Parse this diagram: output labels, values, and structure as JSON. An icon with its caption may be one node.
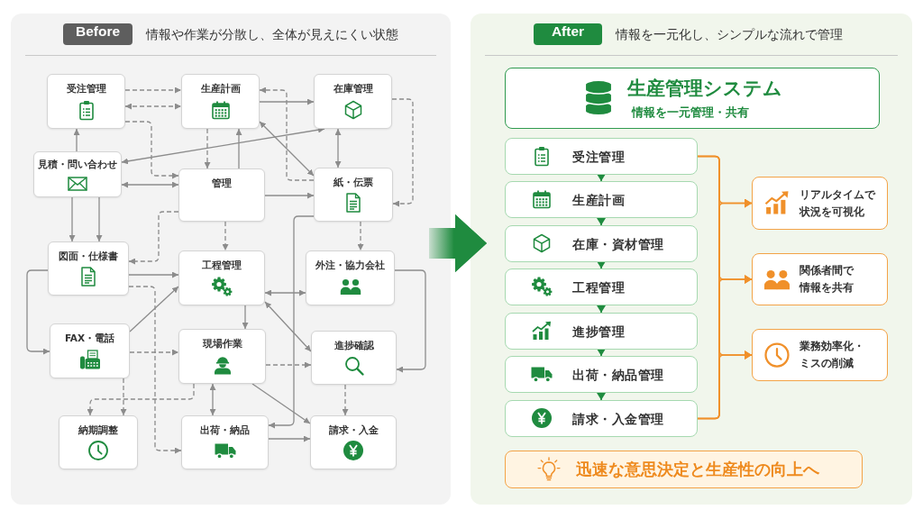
{
  "diagram": {
    "nodes": [
      {
        "text": [
          "Before",
          "情報や作業が分散し、全体が見えにくい状態"
        ]
      },
      {
        "text": [
          "受注管理"
        ],
        "in": 0
      },
      {
        "text": [
          "生産計画"
        ],
        "in": 0
      },
      {
        "text": [
          "在庫管理"
        ],
        "in": 0
      },
      {
        "text": [
          "見積・問い合わせ"
        ],
        "in": 0
      },
      {
        "text": [
          "管理"
        ],
        "in": 0
      },
      {
        "text": [
          "紙・伝票"
        ],
        "in": 0
      },
      {
        "text": [
          "図面・仕様書"
        ],
        "in": 0
      },
      {
        "text": [
          "工程管理"
        ],
        "in": 0
      },
      {
        "text": [
          "外注・協力会社"
        ],
        "in": 0
      },
      {
        "text": [
          "FAX・電話"
        ],
        "in": 0
      },
      {
        "text": [
          "現場作業"
        ],
        "in": 0
      },
      {
        "text": [
          "進捗確認"
        ],
        "in": 0
      },
      {
        "text": [
          "納期調整"
        ],
        "in": 0
      },
      {
        "text": [
          "出荷・納品"
        ],
        "in": 0
      },
      {
        "text": [
          "請求・入金"
        ],
        "in": 0
      },
      {
        "text": [
          "After",
          "情報を一元化し、シンプルな流れで管理"
        ]
      },
      {
        "text": [
          "生産管理システム",
          "情報を一元管理・共有"
        ],
        "in": 16
      },
      {
        "text": [
          "受注管理"
        ],
        "in": 16
      },
      {
        "text": [
          "生産計画"
        ],
        "in": 16
      },
      {
        "text": [
          "在庫・資材管理"
        ],
        "in": 16
      },
      {
        "text": [
          "工程管理"
        ],
        "in": 16
      },
      {
        "text": [
          "進捗管理"
        ],
        "in": 16
      },
      {
        "text": [
          "出荷・納品管理"
        ],
        "in": 16
      },
      {
        "text": [
          "請求・入金管理"
        ],
        "in": 16
      },
      {
        "text": [
          "リアルタイムで状況を可視化"
        ],
        "in": 16
      },
      {
        "text": [
          "関係者間で情報を共有"
        ],
        "in": 16
      },
      {
        "text": [
          "業務効率化・ミスの削減"
        ],
        "in": 16
      },
      {
        "text": [
          "迅速な意思決定と生産性の向上へ"
        ],
        "in": 16
      }
    ],
    "edges": [
      {
        "from": 1,
        "to": 2,
        "arrow": "to",
        "style": "dashed"
      },
      {
        "from": 1,
        "to": 2,
        "arrow": "both",
        "style": "dashed"
      },
      {
        "from": 2,
        "to": 3,
        "arrow": "to"
      },
      {
        "from": 6,
        "to": 2,
        "arrow": "to",
        "style": "dashed"
      },
      {
        "from": 5,
        "to": 2,
        "arrow": "to"
      },
      {
        "from": 2,
        "to": 6,
        "arrow": "both"
      },
      {
        "from": 3,
        "to": 6,
        "arrow": "both"
      },
      {
        "from": 4,
        "to": 1,
        "arrow": "to"
      },
      {
        "from": 4,
        "to": 3,
        "arrow": "both"
      },
      {
        "from": 4,
        "to": 5,
        "arrow": "both"
      },
      {
        "from": 4,
        "to": 7,
        "arrow": "to"
      },
      {
        "from": 4,
        "to": 7,
        "arrow": "to"
      },
      {
        "from": 5,
        "to": 6,
        "arrow": "to"
      },
      {
        "from": 3,
        "to": 6,
        "arrow": "to",
        "style": "dashed"
      },
      {
        "from": 7,
        "to": 8,
        "arrow": "to"
      },
      {
        "from": 7,
        "to": 10,
        "arrow": "to"
      },
      {
        "from": 10,
        "to": 8,
        "arrow": "to"
      },
      {
        "from": 8,
        "to": 9,
        "arrow": "both"
      },
      {
        "from": 8,
        "to": 11,
        "arrow": "to"
      },
      {
        "from": 8,
        "to": 12,
        "arrow": "both"
      },
      {
        "from": 10,
        "to": 11,
        "arrow": "to",
        "style": "dashed"
      },
      {
        "from": 10,
        "to": 13,
        "arrow": "to",
        "style": "dashed"
      },
      {
        "from": 11,
        "to": 14,
        "arrow": "both"
      },
      {
        "from": 11,
        "to": 12,
        "arrow": "to",
        "style": "dashed"
      },
      {
        "from": 14,
        "to": 15,
        "arrow": "to"
      },
      {
        "from": 12,
        "to": 15,
        "arrow": "to",
        "style": "dashed"
      },
      {
        "from": 9,
        "to": 12,
        "arrow": "to"
      },
      {
        "from": 11,
        "to": 15,
        "arrow": "to"
      },
      {
        "from": 11,
        "to": 13,
        "arrow": "to",
        "style": "dashed"
      },
      {
        "from": 2,
        "to": 5,
        "arrow": "to",
        "style": "dashed"
      },
      {
        "from": 5,
        "to": 8,
        "arrow": "to",
        "style": "dashed"
      },
      {
        "from": 6,
        "to": 9,
        "arrow": "to",
        "style": "dashed"
      },
      {
        "from": 5,
        "to": 7,
        "arrow": "to",
        "style": "dashed"
      },
      {
        "from": 1,
        "to": 5,
        "arrow": "to",
        "style": "dashed"
      },
      {
        "from": 7,
        "to": 14,
        "arrow": "to",
        "style": "dashed"
      },
      {
        "from": 6,
        "to": 14,
        "arrow": "to"
      },
      {
        "from": 0,
        "to": 16,
        "arrow": "to",
        "style": "thick",
        "color": "#1f8b3f"
      },
      {
        "from": 18,
        "to": 19,
        "arrow": "to",
        "color": "#1f8b3f"
      },
      {
        "from": 19,
        "to": 20,
        "arrow": "to",
        "color": "#1f8b3f"
      },
      {
        "from": 20,
        "to": 21,
        "arrow": "to",
        "color": "#1f8b3f"
      },
      {
        "from": 21,
        "to": 22,
        "arrow": "to",
        "color": "#1f8b3f"
      },
      {
        "from": 22,
        "to": 23,
        "arrow": "to",
        "color": "#1f8b3f"
      },
      {
        "from": 23,
        "to": 24,
        "arrow": "to",
        "color": "#1f8b3f"
      },
      {
        "from": 18,
        "to": 25,
        "arrow": "to",
        "color": "#f0902a"
      },
      {
        "from": 18,
        "to": 26,
        "arrow": "to",
        "color": "#f0902a"
      },
      {
        "from": 18,
        "to": 27,
        "arrow": "to",
        "color": "#f0902a"
      },
      {
        "from": 24,
        "to": 25,
        "arrow": "to",
        "color": "#f0902a"
      },
      {
        "from": 24,
        "to": 26,
        "arrow": "to",
        "color": "#f0902a"
      },
      {
        "from": 24,
        "to": 27,
        "arrow": "to",
        "color": "#f0902a"
      }
    ]
  }
}
